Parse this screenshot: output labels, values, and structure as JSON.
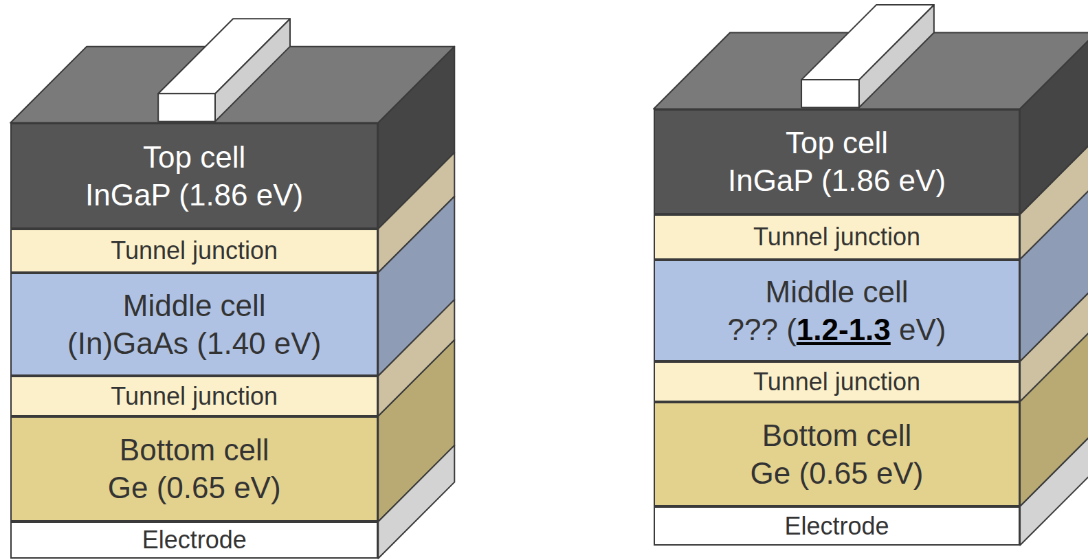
{
  "diagram": {
    "nodes": [
      {
        "text": [
          "Top cell",
          "InGaP (1.86 eV)"
        ]
      },
      {
        "text": [
          "Tunnel junction"
        ]
      },
      {
        "text": [
          "Middle cell",
          "(In)GaAs (1.40 eV)"
        ]
      },
      {
        "text": [
          "Tunnel junction"
        ]
      },
      {
        "text": [
          "Bottom cell",
          "Ge (0.65 eV)"
        ]
      },
      {
        "text": [
          "Electrode"
        ]
      },
      {
        "text": [
          "Top cell",
          "InGaP (1.86 eV)"
        ]
      },
      {
        "text": [
          "Tunnel junction"
        ]
      },
      {
        "text": [
          "Middle cell",
          "??? (1.2-1.3 eV)"
        ]
      },
      {
        "text": [
          "Tunnel junction"
        ]
      },
      {
        "text": [
          "Bottom cell",
          "Ge (0.65 eV)"
        ]
      },
      {
        "text": [
          "Electrode"
        ]
      }
    ]
  }
}
